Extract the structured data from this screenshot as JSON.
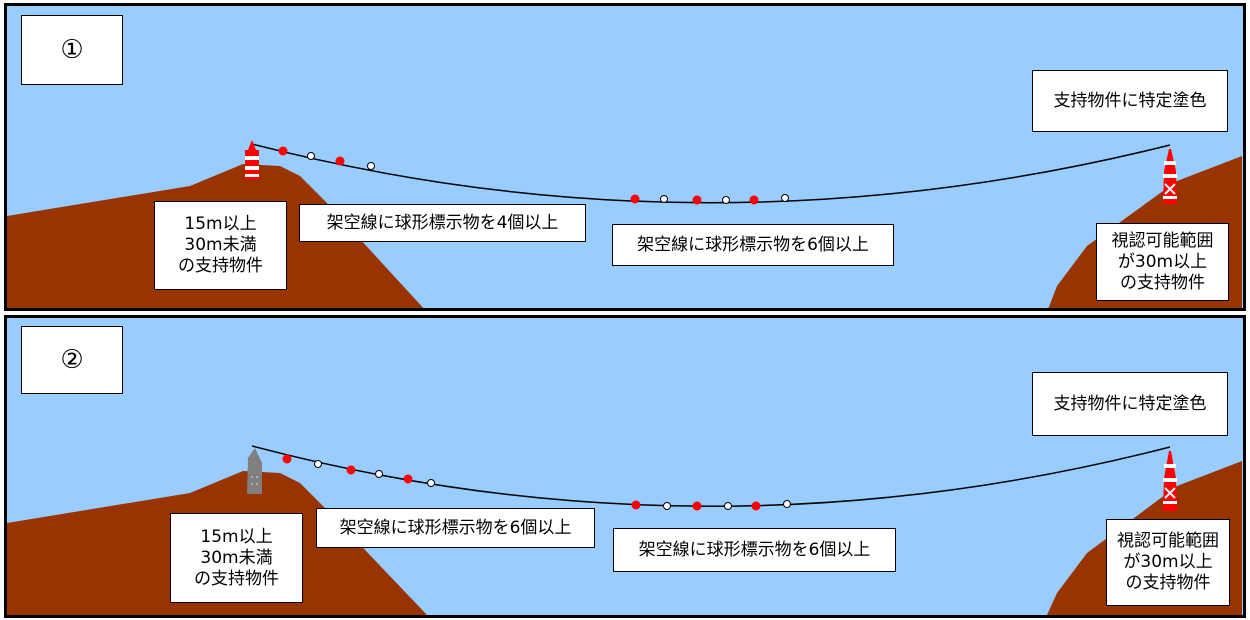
{
  "panels": [
    {
      "number": "①",
      "ribbon_label": "支持物件に特定塗色",
      "left_support_label": "15m以上\n30m未満\nの支持物件",
      "left_span_label": "架空線に球形標示物を4個以上",
      "center_span_label": "架空線に球形標示物を6個以上",
      "right_support_label": "視認可能範囲\nが30m以上\nの支持物件",
      "left_tower_style": "red-white-banded",
      "left_span_marker_count": 4,
      "center_span_marker_count": 6
    },
    {
      "number": "②",
      "ribbon_label": "支持物件に特定塗色",
      "left_support_label": "15m以上\n30m未満\nの支持物件",
      "left_span_label": "架空線に球形標示物を6個以上",
      "center_span_label": "架空線に球形標示物を6個以上",
      "right_support_label": "視認可能範囲\nが30m以上\nの支持物件",
      "left_tower_style": "gray-unpainted",
      "left_span_marker_count": 6,
      "center_span_marker_count": 6
    }
  ],
  "colors": {
    "sky": "#99ccff",
    "ground": "#993300",
    "marker_red": "#ff0000",
    "marker_white": "#ffffff",
    "tower_gray": "#808080"
  }
}
